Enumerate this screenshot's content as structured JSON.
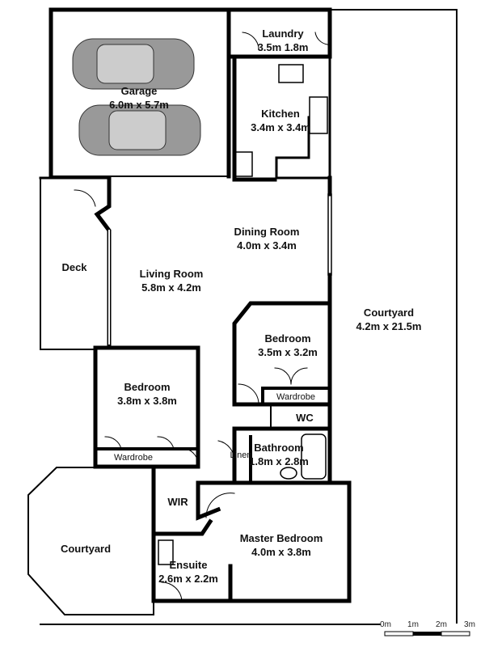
{
  "rooms": {
    "laundry": {
      "name": "Laundry",
      "size": "3.5m 1.8m"
    },
    "garage": {
      "name": "Garage",
      "size": "6.0m x 5.7m"
    },
    "kitchen": {
      "name": "Kitchen",
      "size": "3.4m x 3.4m"
    },
    "dining": {
      "name": "Dining Room",
      "size": "4.0m x 3.4m"
    },
    "deck": {
      "name": "Deck"
    },
    "living": {
      "name": "Living Room",
      "size": "5.8m x 4.2m"
    },
    "courtyard_right": {
      "name": "Courtyard",
      "size": "4.2m x 21.5m"
    },
    "bedroom2": {
      "name": "Bedroom",
      "size": "3.5m x 3.2m"
    },
    "wardrobe2": {
      "name": "Wardrobe"
    },
    "bedroom1": {
      "name": "Bedroom",
      "size": "3.8m x 3.8m"
    },
    "wardrobe1": {
      "name": "Wardrobe"
    },
    "wc": {
      "name": "WC"
    },
    "bathroom": {
      "name": "Bathroom",
      "size": "1.8m x 2.8m"
    },
    "linen": {
      "name": "Linen"
    },
    "wir": {
      "name": "WIR"
    },
    "master": {
      "name": "Master Bedroom",
      "size": "4.0m x 3.8m"
    },
    "courtyard_left": {
      "name": "Courtyard"
    },
    "ensuite": {
      "name": "Ensuite",
      "size": "2.6m x 2.2m"
    }
  },
  "scale": {
    "ticks": [
      "0m",
      "1m",
      "2m",
      "3m"
    ]
  }
}
